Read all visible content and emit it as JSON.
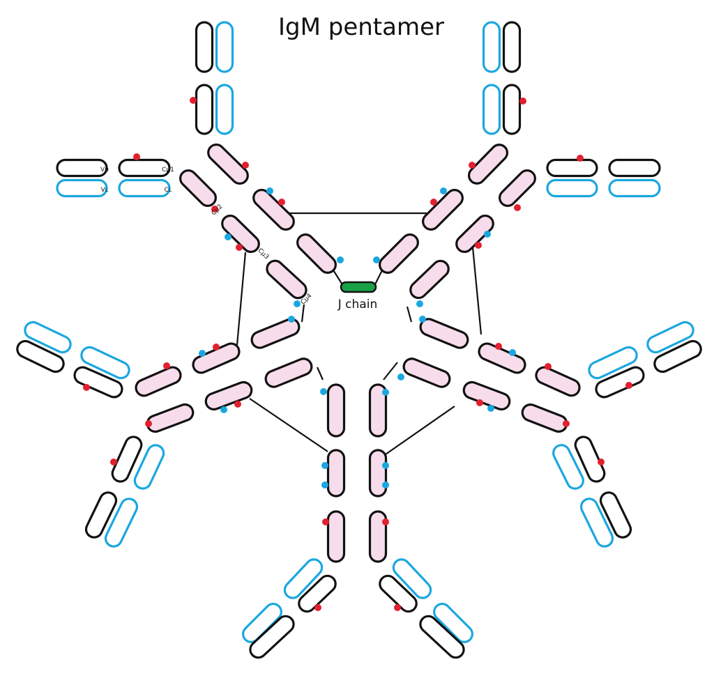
{
  "title": "IgM pentamer",
  "j_chain_label": "J chain",
  "domain_labels": {
    "vh": "Vʜ",
    "vl": "Vʟ",
    "ch1": "Cμ1",
    "cl": "Cʟ",
    "ch2": "Cμ2",
    "ch3": "Cμ3",
    "ch4": "Cμ4"
  },
  "colors": {
    "heavy_chain": "#111111",
    "light_chain": "#1aa7e0",
    "constant_fill": "#f7dceb",
    "j_chain": "#1aa046",
    "glycan_red": "#e32030",
    "glycan_blue": "#1aa7e0"
  },
  "monomer_count": 5
}
